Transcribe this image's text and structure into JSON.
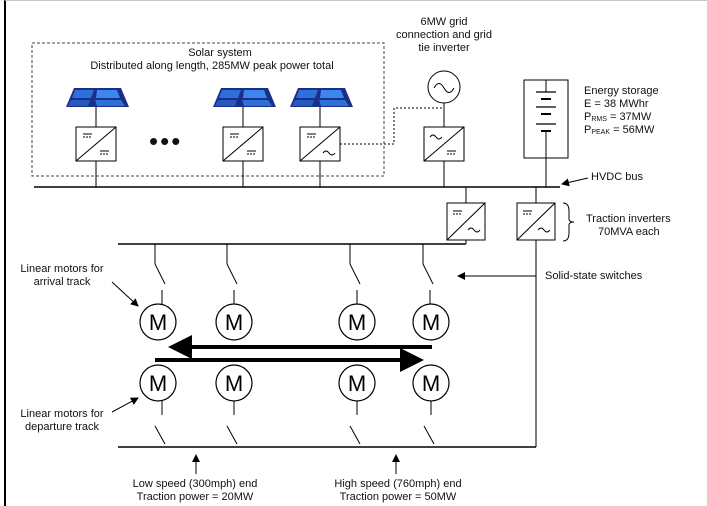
{
  "labels": {
    "solar_title": "Solar system",
    "solar_sub": "Distributed along length, 285MW peak power total",
    "grid_1": "6MW grid",
    "grid_2": "connection and grid",
    "grid_3": "tie inverter",
    "es_title": "Energy storage",
    "es_e": "E = 38 MWhr",
    "es_prms_p": "P",
    "es_prms_sub": "RMS",
    "es_prms_val": " = 37MW",
    "es_ppeak_p": "P",
    "es_ppeak_sub": "PEAK",
    "es_ppeak_val": " = 56MW",
    "hvdc": "HVDC bus",
    "traction_1": "Traction inverters",
    "traction_2": "70MVA each",
    "switches": "Solid-state switches",
    "arrival_1": "Linear motors for",
    "arrival_2": "arrival track",
    "departure_1": "Linear motors for",
    "departure_2": "departure track",
    "low_1": "Low speed (300mph) end",
    "low_2": "Traction power = 20MW",
    "high_1": "High speed (760mph) end",
    "high_2": "Traction power = 50MW",
    "motor": "M",
    "ellipsis": "•••"
  },
  "colors": {
    "panel_light": "#2f6fd8",
    "panel_dark": "#1a2f8a",
    "line": "#000000",
    "dashed_box": "#444444"
  },
  "icons": [
    "solar-panel-icon",
    "dc-dc-converter-icon",
    "dc-ac-inverter-icon",
    "ac-source-icon",
    "battery-icon",
    "motor-icon",
    "switch-icon",
    "arrow-icon"
  ]
}
